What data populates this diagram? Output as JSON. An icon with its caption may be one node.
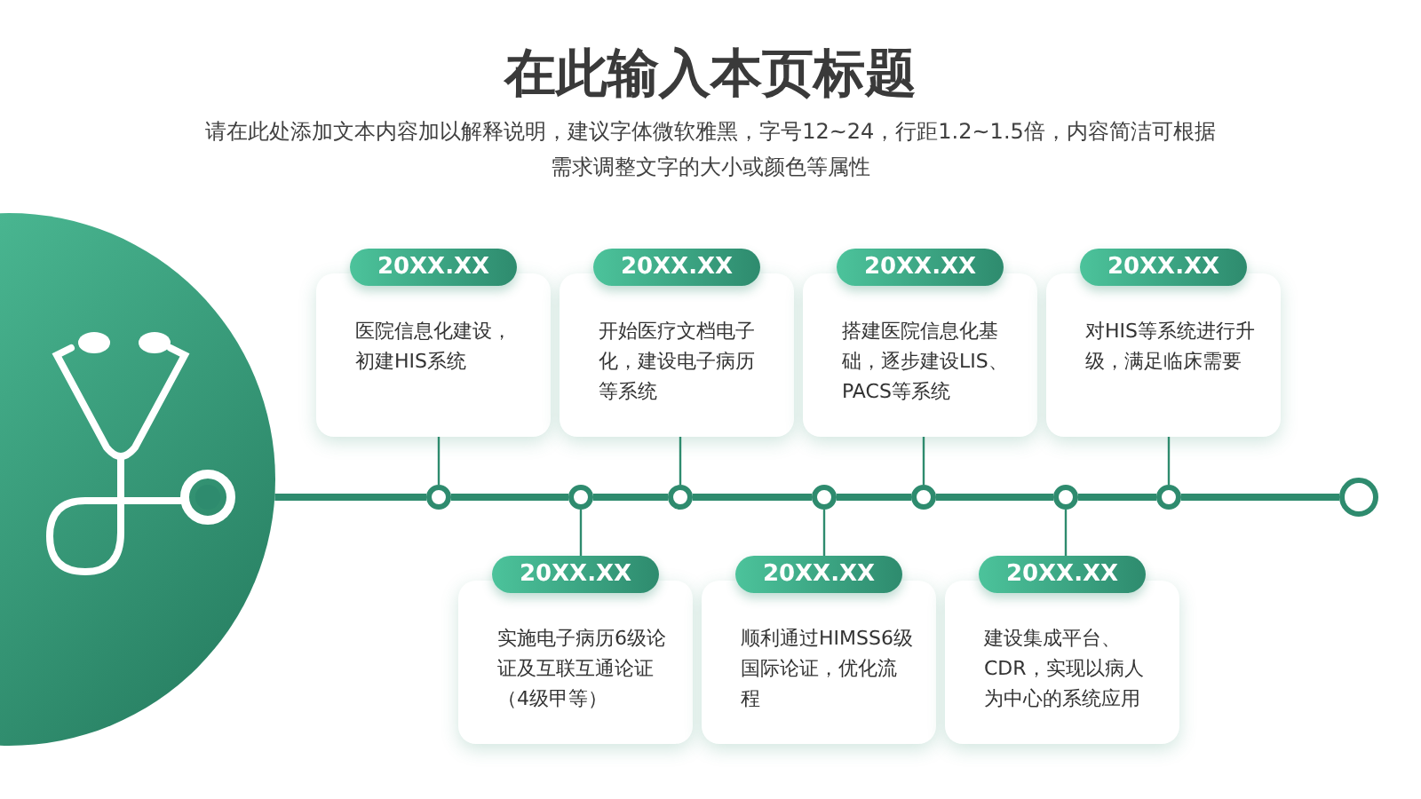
{
  "diagram": {
    "title": "在此输入本页标题",
    "nodes": [
      {
        "text": [
          "20XX.XX",
          "医院信息化建设，初建HIS系统"
        ]
      },
      {
        "text": [
          "20XX.XX",
          "开始医疗文档电子化，建设电子病历等系统"
        ]
      },
      {
        "text": [
          "20XX.XX",
          "搭建医院信息化基础，逐步建设LIS、PACS等系统"
        ]
      },
      {
        "text": [
          "20XX.XX",
          "对HIS等系统进行升级，满足临床需要"
        ]
      },
      {
        "text": [
          "20XX.XX",
          "实施电子病历6级论证及互联互通论证（4级甲等）"
        ]
      },
      {
        "text": [
          "20XX.XX",
          "顺利通过HIMSS6级国际论证，优化流程"
        ]
      },
      {
        "text": [
          "20XX.XX",
          "建设集成平台、CDR，实现以病人为中心的系统应用"
        ]
      },
      {
        "text": [],
        "shape": "picture"
      },
      {
        "text": [],
        "shape": "circle"
      },
      {
        "text": [],
        "shape": "circle"
      },
      {
        "text": [],
        "shape": "circle"
      },
      {
        "text": [],
        "shape": "circle"
      },
      {
        "text": [],
        "shape": "circle"
      },
      {
        "text": [],
        "shape": "circle"
      },
      {
        "text": [],
        "shape": "circle"
      },
      {
        "text": [],
        "shape": "circle"
      }
    ],
    "edges": [
      {
        "from": 7,
        "to": 8,
        "arrow": "none"
      },
      {
        "from": 8,
        "to": 9,
        "arrow": "none"
      },
      {
        "from": 9,
        "to": 10,
        "arrow": "none"
      },
      {
        "from": 10,
        "to": 11,
        "arrow": "none"
      },
      {
        "from": 11,
        "to": 12,
        "arrow": "none"
      },
      {
        "from": 12,
        "to": 13,
        "arrow": "none"
      },
      {
        "from": 13,
        "to": 14,
        "arrow": "none"
      },
      {
        "from": 14,
        "to": 15,
        "arrow": "none"
      },
      {
        "from": 0,
        "to": 8,
        "arrow": "none"
      },
      {
        "from": 1,
        "to": 10,
        "arrow": "none"
      },
      {
        "from": 2,
        "to": 12,
        "arrow": "none"
      },
      {
        "from": 3,
        "to": 14,
        "arrow": "none"
      },
      {
        "from": 9,
        "to": 4,
        "arrow": "none"
      },
      {
        "from": 11,
        "to": 5,
        "arrow": "none"
      },
      {
        "from": 13,
        "to": 6,
        "arrow": "none"
      }
    ],
    "labels": [
      "请在此处添加文本内容加以解释说明，建议字体微软雅黑，字号12~24，行距1.2~1.5倍，内容简洁可根据需求调整文字的大小或颜色等属性"
    ]
  }
}
